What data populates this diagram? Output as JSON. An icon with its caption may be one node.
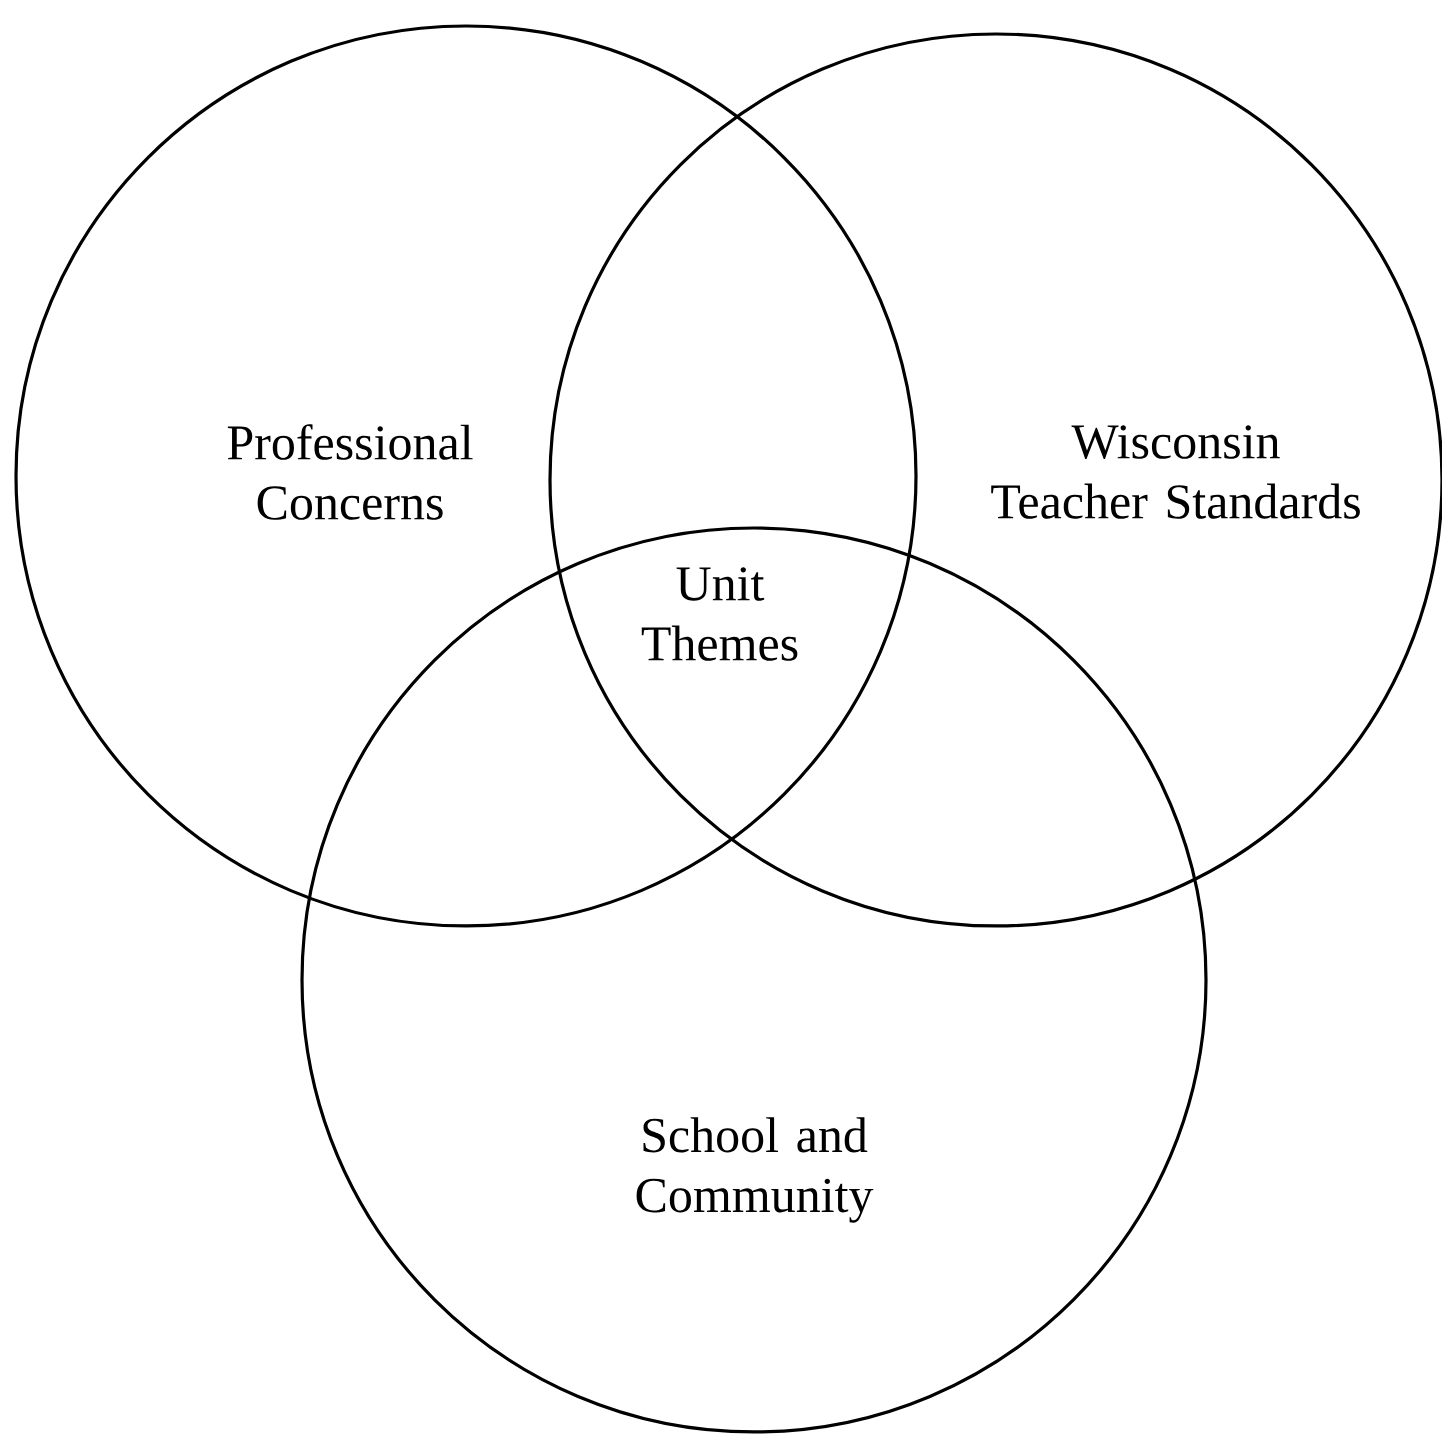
{
  "diagram": {
    "nodes": [
      {
        "text": [
          "Professional Concerns"
        ]
      },
      {
        "text": [
          "Wisconsin Teacher Standards"
        ]
      },
      {
        "text": [
          "School and Community"
        ]
      }
    ],
    "labels": [
      "Unit Themes"
    ]
  }
}
